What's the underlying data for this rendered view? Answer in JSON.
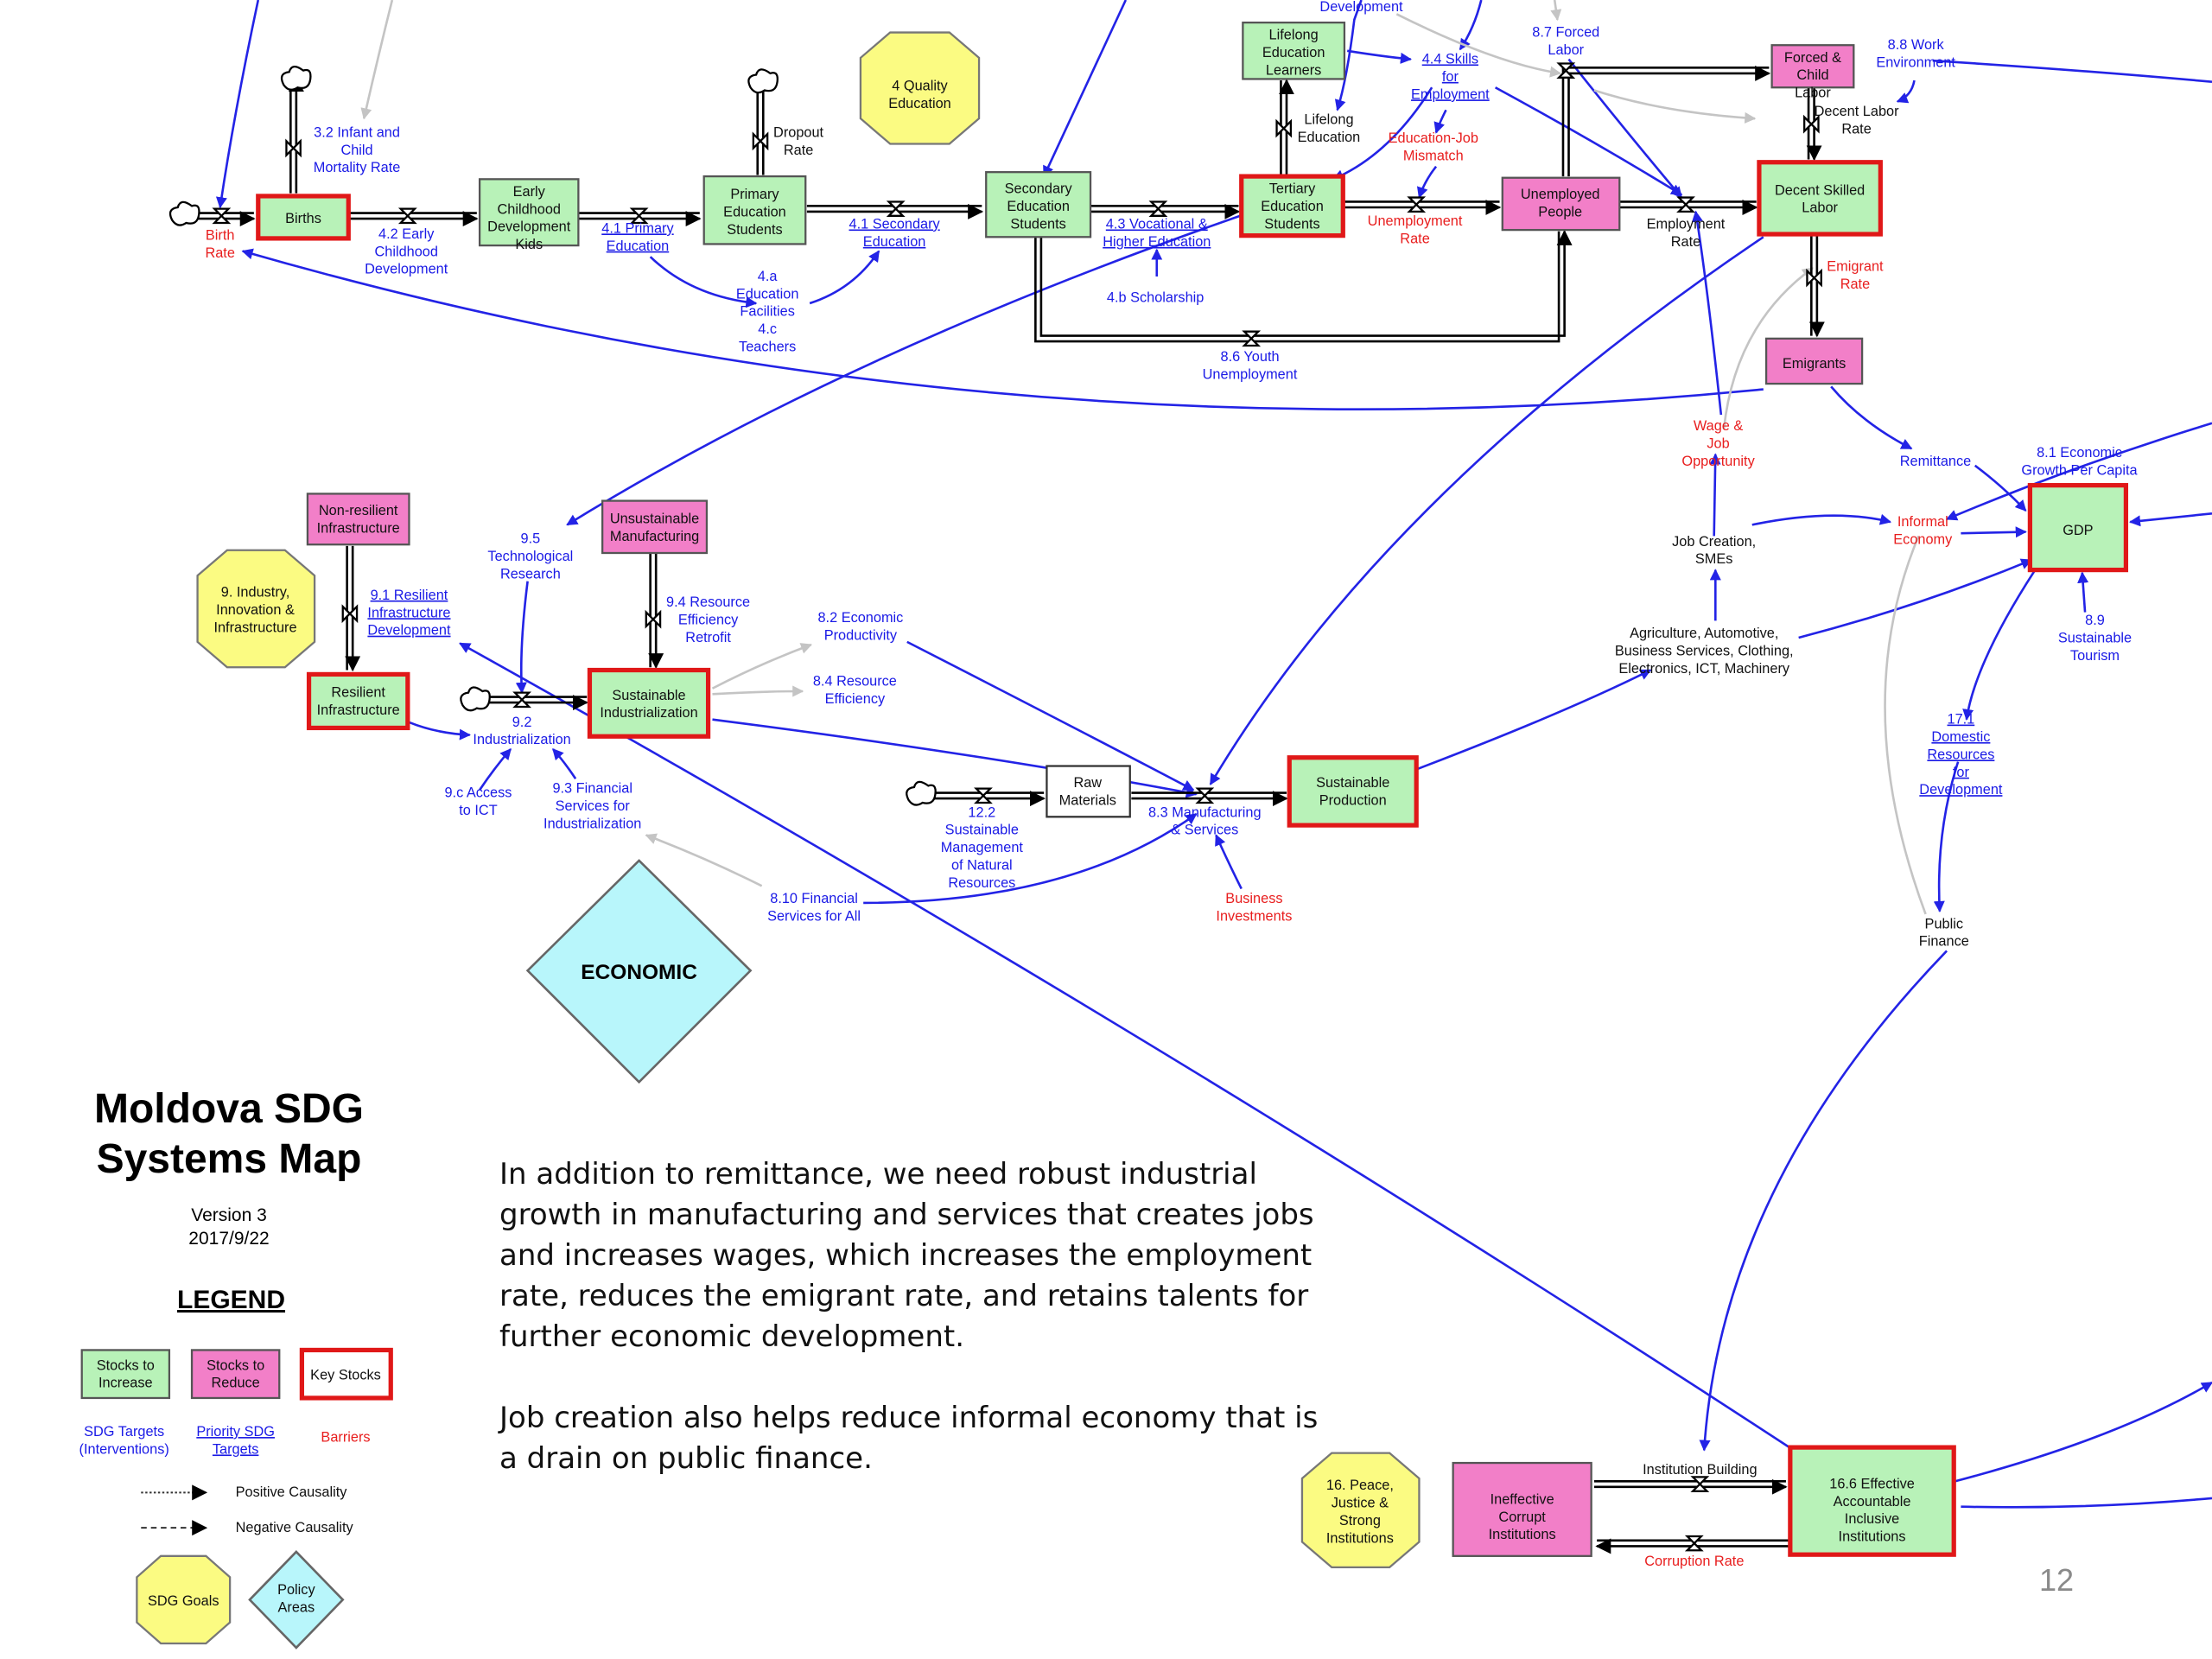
{
  "title": "Moldova SDG Systems Map",
  "version": "Version 3",
  "date": "2017/9/22",
  "legend": {
    "heading": "LEGEND",
    "stocks_increase": "Stocks to Increase",
    "stocks_reduce": "Stocks to Reduce",
    "key_stocks": "Key Stocks",
    "sdg_targets": "SDG Targets (Interventions)",
    "priority_targets": "Priority SDG Targets",
    "barriers": "Barriers",
    "positive": "Positive Causality",
    "negative": "Negative Causality",
    "sdg_goals": "SDG Goals",
    "policy_areas": "Policy Areas"
  },
  "note": {
    "p1": "In addition to remittance, we need robust industrial growth in manufacturing and services that creates jobs and increases wages, which increases the employment rate, reduces the emigrant rate, and retains talents for further economic development.",
    "p2": "Job creation also helps reduce informal economy that is a drain on public finance."
  },
  "slide_number": "12",
  "colors": {
    "stock_increase": "#b8f2b8",
    "stock_reduce": "#f27fc8",
    "key_border": "#e01818",
    "link": "#2323e6",
    "barrier_text": "#e81e1e",
    "sdg_goal": "#fbfb82",
    "policy_area": "#b8f6fb"
  },
  "stocks": {
    "births": "Births",
    "ecd_kids": "Early Childhood Development Kids",
    "primary": "Primary Education Students",
    "secondary": "Secondary Education Students",
    "tertiary": "Tertiary Education Students",
    "lifelong_learners": "Lifelong Education Learners",
    "unemployed": "Unemployed People",
    "forced_labor": "Forced & Child Labor",
    "decent_labor": "Decent Skilled Labor",
    "emigrants": "Emigrants",
    "gdp": "GDP",
    "nonresilient": "Non-resilient Infrastructure",
    "resilient": "Resilient Infrastructure",
    "unsustainable": "Unsustainable Manufacturing",
    "sust_industrial": "Sustainable Industrialization",
    "raw": "Raw Materials",
    "sust_production": "Sustainable Production",
    "ineffective": "Ineffective Corrupt Institutions",
    "effective": "16.6 Effective Accountable Inclusive Institutions"
  },
  "goals": {
    "g4": "4 Quality Education",
    "g9": "9. Industry, Innovation & Infrastructure",
    "g16": "16. Peace, Justice & Strong Institutions",
    "economic": "ECONOMIC"
  },
  "labels": {
    "development_top": "Development",
    "infant": "3.2 Infant and Child Mortality Rate",
    "early_childhood": "4.2 Early Childhood Development",
    "birth_rate": "Birth Rate",
    "dropout": "Dropout Rate",
    "primary_ed": "4.1 Primary Education",
    "secondary_ed": "4.1 Secondary Education",
    "facilities": "4.a Education Facilities 4.c Teachers",
    "vocational": "4.3 Vocational & Higher Education",
    "scholarship": "4.b Scholarship",
    "youth_unemp": "8.6 Youth Unemployment",
    "lifelong_ed": "Lifelong Education",
    "skills": "4.4 Skills for Employment",
    "mismatch": "Education-Job Mismatch",
    "unemp_rate": "Unemployment Rate",
    "forced_rate": "8.7 Forced Labor",
    "work_env": "8.8 Work Environment",
    "decent_rate": "Decent Labor Rate",
    "employment_rate": "Employment Rate",
    "emigrant_rate": "Emigrant Rate",
    "wage": "Wage & Job Opportunity",
    "remittance": "Remittance",
    "econ_growth": "8.1 Economic Growth Per Capita",
    "informal": "Informal Economy",
    "job_creation": "Job Creation, SMEs",
    "sectors": "Agriculture, Automotive, Business Services, Clothing, Electronics, ICT, Machinery",
    "tourism": "8.9 Sustainable Tourism",
    "domestic": "17.1 Domestic Resources for Development",
    "public_finance": "Public Finance",
    "tech_research": "9.5 Technological Research",
    "resilient_dev": "9.1 Resilient Infrastructure Development",
    "industrialization": "9.2 Industrialization",
    "ict": "9.c Access to ICT",
    "fin_industrial": "9.3 Financial Services for Industrialization",
    "retrofit": "9.4 Resource Efficiency Retrofit",
    "productivity": "8.2 Economic Productivity",
    "efficiency": "8.4 Resource Efficiency",
    "natural": "12.2 Sustainable Management of Natural Resources",
    "manufacturing": "8.3 Manufacturing & Services",
    "business_inv": "Business Investments",
    "fin_all": "8.10 Financial Services for All",
    "inst_building": "Institution Building",
    "corruption": "Corruption Rate"
  }
}
